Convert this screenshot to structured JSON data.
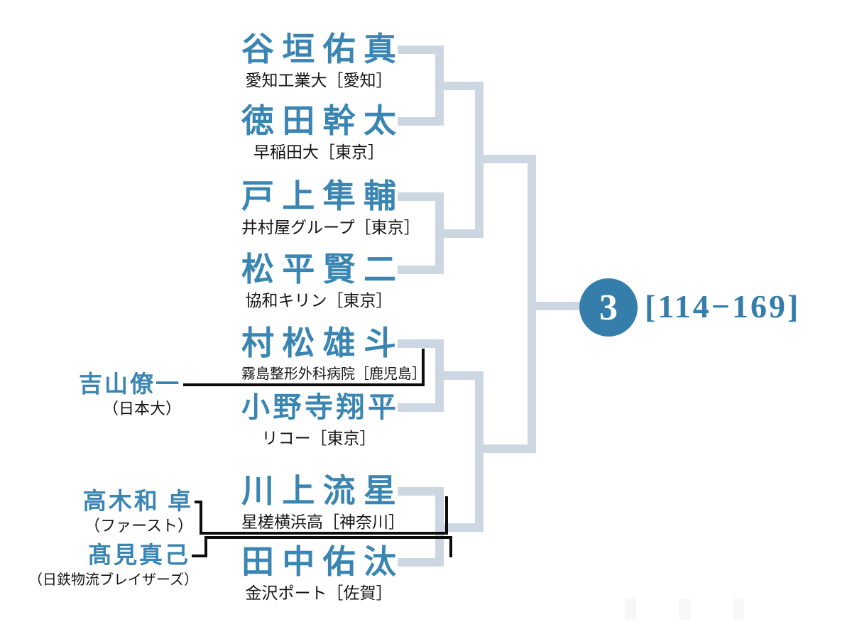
{
  "bracket": {
    "main_players": [
      {
        "name": "谷垣佑真",
        "affiliation": "愛知工業大［愛知］"
      },
      {
        "name": "徳田幹太",
        "affiliation": "早稲田大［東京］"
      },
      {
        "name": "戸上隼輔",
        "affiliation": "井村屋グループ［東京］"
      },
      {
        "name": "松平賢二",
        "affiliation": "協和キリン［東京］"
      },
      {
        "name": "村松雄斗",
        "affiliation": "霧島整形外科病院［鹿児島］"
      },
      {
        "name": "小野寺翔平",
        "affiliation": "リコー［東京］"
      },
      {
        "name": "川上流星",
        "affiliation": "星槎横浜高［神奈川］"
      },
      {
        "name": "田中佑汰",
        "affiliation": "金沢ポート［佐賀］"
      }
    ],
    "qualifiers": [
      {
        "name": "吉山僚一",
        "affiliation": "（日本大）"
      },
      {
        "name": "高木和 卓",
        "affiliation": "（ファースト）"
      },
      {
        "name": "髙見真己",
        "affiliation": "（日鉄物流ブレイザーズ）"
      }
    ],
    "final": {
      "seed": "3",
      "score": "[114−169]"
    }
  },
  "colors": {
    "player_name_blue": "#3a85b2",
    "seed_circle_blue": "#357dab",
    "bracket_line_gray": "#cdd7e2",
    "qualifier_line_black": "#0d0d0d"
  }
}
